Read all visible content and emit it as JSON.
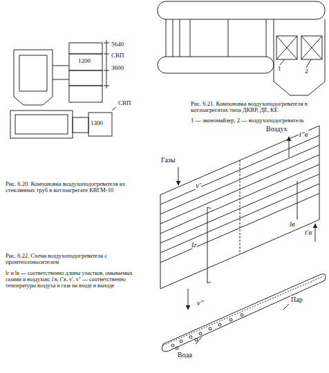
{
  "diagram": {
    "labels": [
      "1200",
      "5640",
      "СВП",
      "3600",
      "СВП",
      "1300",
      "1",
      "2",
      "Газы",
      "v′",
      "Воздух",
      "t″в",
      "lг",
      "lв",
      "t′в",
      "v″",
      "Пар",
      "Вода",
      "Рис. 6.21. Компоновка воздухоподогревателя в котлоагрегатах типа ДКВР, ДЕ, КЕ",
      "1 — экономайзер; 2 — воздухоподогреватель",
      "Рис. 6.20. Компоновка воздухоподогревателя из стеклянных труб в котлоагрегате КВГМ-10",
      "Рис. 6.22. Схема воздухоподогревателя с промтеплоносителем",
      "lг и lв — соответственно длины участков, омываемых газами и воздухом; t′в, t″в, v′, v″ — соответственно температуры воздуха и газа на входе и выходе"
    ]
  }
}
